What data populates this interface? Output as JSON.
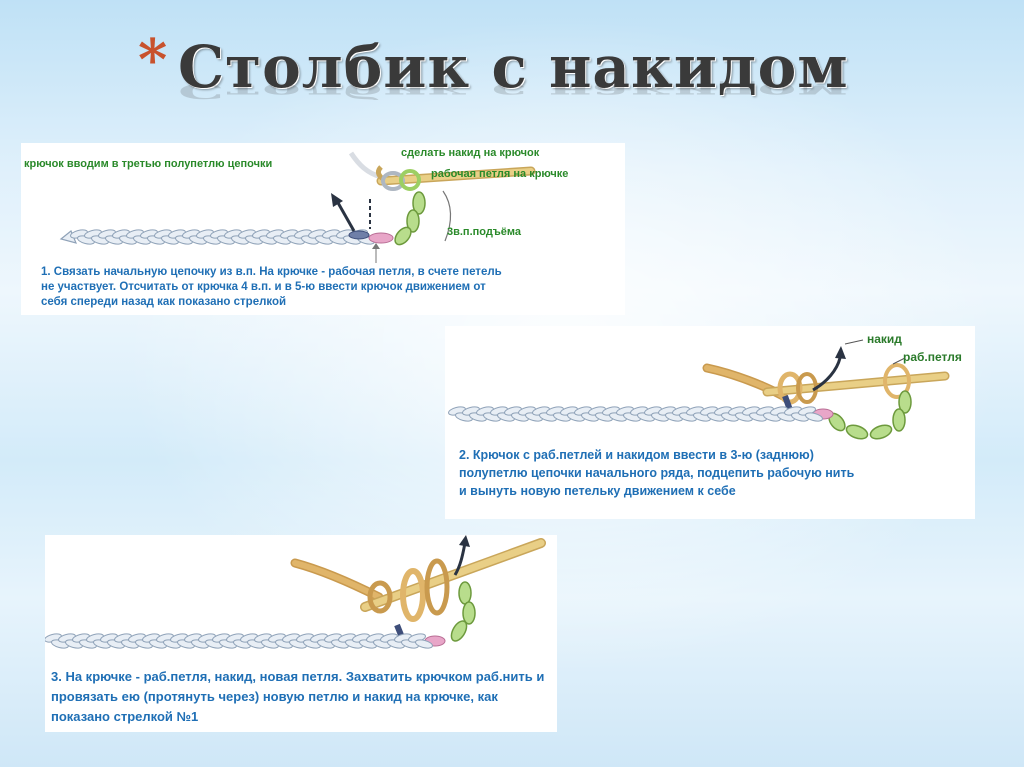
{
  "title": {
    "asterisk": "*",
    "text": "Столбик с накидом"
  },
  "panel1": {
    "label_insert": "крючок вводим в третью полупетлю цепочки",
    "label_yarn_over": "сделать накид на крючок",
    "label_working_loop": "рабочая петля на крючке",
    "label_lift": "3в.п.подъёма",
    "caption": "1. Связать начальную цепочку из в.п.  На крючке - рабочая петля, в счете петель не участвует.  Отсчитать от крючка 4 в.п.   и в 5-ю ввести крючок движением от себя спереди назад как показано стрелкой"
  },
  "panel2": {
    "label_yarn_over": "накид",
    "label_working_loop": "раб.петля",
    "caption": "2. Крючок с раб.петлей и накидом ввести в 3-ю (заднюю) полупетлю цепочки начального ряда, подцепить рабочую нить и вынуть новую  петельку движением к себе"
  },
  "panel3": {
    "caption": "3. На крючке - раб.петля, накид, новая петля.  Захватить крючком раб.нить  и провязать ею (протянуть через) новую петлю и накид на крючке, как показано стрелкой №1"
  },
  "colors": {
    "chain": "#e8eef5",
    "chain_outline": "#8fa2b8",
    "hook": "#e9cf86",
    "yarn": "#e0b56a",
    "green": "#9ccf63",
    "pink": "#e8a6c8",
    "caption_text": "#1f6fb5",
    "label_text": "#2a8a2a",
    "title_text": "#3a3a3a",
    "asterisk": "#c8522d"
  }
}
